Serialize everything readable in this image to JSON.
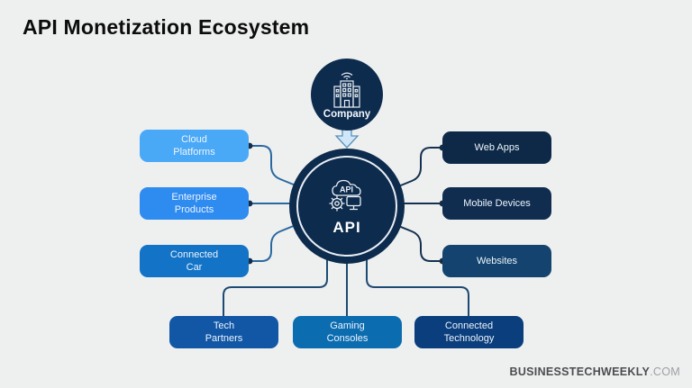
{
  "title": "API Monetization Ecosystem",
  "company": {
    "label": "Company",
    "icon": "office-building-wifi-icon"
  },
  "hub": {
    "label": "API",
    "icon": "api-cloud-gear-monitor-icon"
  },
  "nodes": {
    "left": [
      {
        "label": "Cloud\nPlatforms",
        "color": "#4aa9f7"
      },
      {
        "label": "Enterprise\nProducts",
        "color": "#2e8bf0"
      },
      {
        "label": "Connected\nCar",
        "color": "#1273c7"
      }
    ],
    "right": [
      {
        "label": "Web Apps",
        "color": "#0d2947"
      },
      {
        "label": "Mobile Devices",
        "color": "#102d50"
      },
      {
        "label": "Websites",
        "color": "#13436e"
      }
    ],
    "bottom": [
      {
        "label": "Tech\nPartners",
        "color": "#1157a6"
      },
      {
        "label": "Gaming\nConsoles",
        "color": "#0c6cb0"
      },
      {
        "label": "Connected\nTechnology",
        "color": "#0a3e7c"
      }
    ]
  },
  "footer": {
    "brand": "BUSINESSTECHWEEKLY",
    "suffix": ".COM"
  },
  "colors": {
    "background": "#eef0f0",
    "navy_circle": "#0d2b4d",
    "connector_left": "#2a699f",
    "connector_right": "#16304f",
    "connector_bottom": "#1d4a72",
    "connector_dot": "#152c49",
    "arrow_fill": "#cfe7f8",
    "arrow_stroke": "#5c8fba"
  }
}
